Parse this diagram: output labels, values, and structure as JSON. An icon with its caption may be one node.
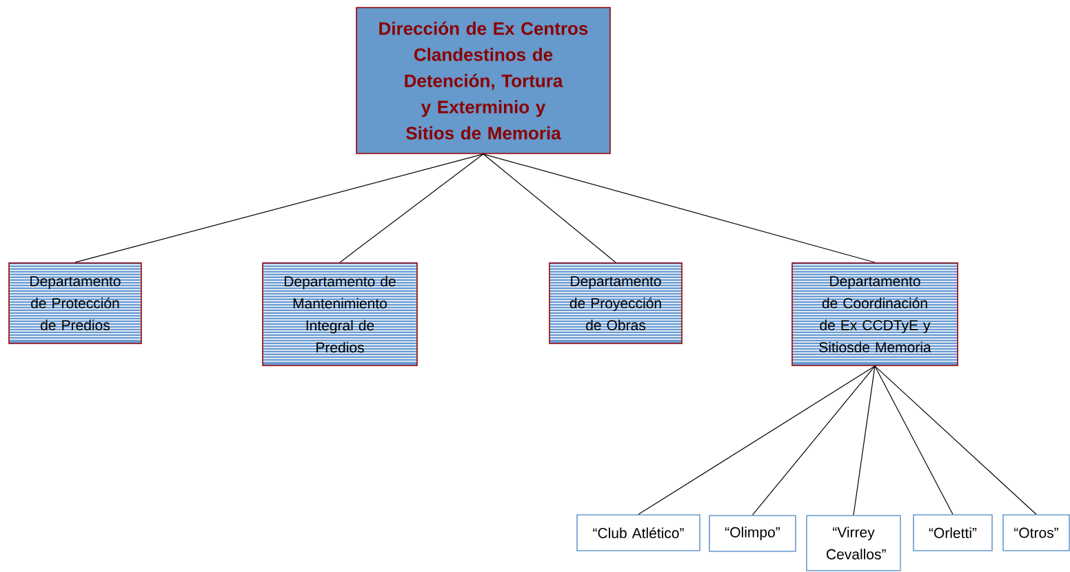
{
  "diagram": {
    "nodes": [
      {
        "text": [
          "Dirección de Ex Centros Clandestinos de Detención, Tortura y Exterminio y Sitios de Memoria"
        ]
      },
      {
        "text": [
          "Departamento de Protección de Predios"
        ]
      },
      {
        "text": [
          "Departamento de Mantenimiento Integral de Predios"
        ]
      },
      {
        "text": [
          "Departamento de Proyección de Obras"
        ]
      },
      {
        "text": [
          "Departamento de Coordinación de Ex CCDTyE y Sitiosde Memoria"
        ]
      },
      {
        "text": [
          "“Club Atlético”"
        ]
      },
      {
        "text": [
          "“Olimpo”"
        ]
      },
      {
        "text": [
          "“Virrey Cevallos”"
        ]
      },
      {
        "text": [
          "“Orletti”"
        ]
      },
      {
        "text": [
          "“Otros”"
        ]
      }
    ],
    "edges": [
      {
        "from": 0,
        "to": 1,
        "arrow": "none"
      },
      {
        "from": 0,
        "to": 2,
        "arrow": "none"
      },
      {
        "from": 0,
        "to": 3,
        "arrow": "none"
      },
      {
        "from": 0,
        "to": 4,
        "arrow": "none"
      },
      {
        "from": 4,
        "to": 5,
        "arrow": "none"
      },
      {
        "from": 4,
        "to": 6,
        "arrow": "none"
      },
      {
        "from": 4,
        "to": 7,
        "arrow": "none"
      },
      {
        "from": 4,
        "to": 8,
        "arrow": "none"
      },
      {
        "from": 4,
        "to": 9,
        "arrow": "none"
      }
    ]
  }
}
